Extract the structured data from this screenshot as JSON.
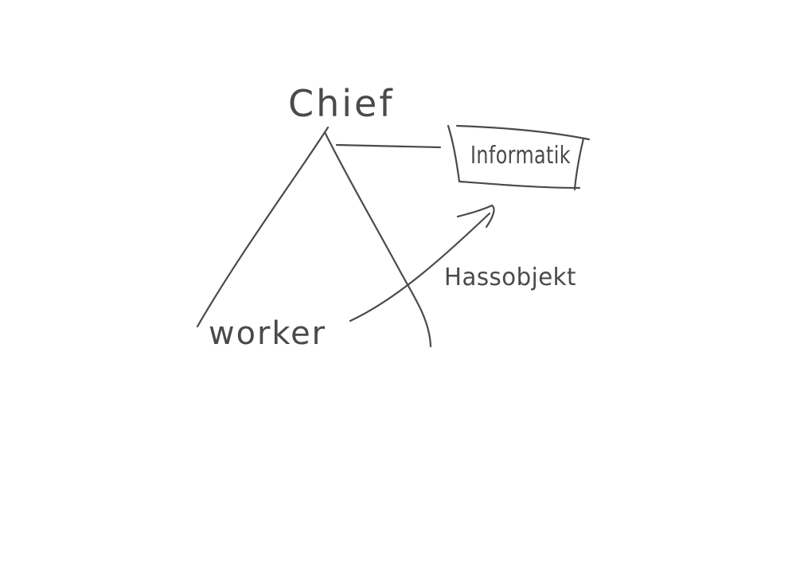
{
  "diagram": {
    "nodes": {
      "chief": "Chief",
      "worker": "worker",
      "box": "Informatik"
    },
    "edge_label": "Hassobjekt",
    "ink_color": "#4a4a4a",
    "background": "#ffffff"
  }
}
